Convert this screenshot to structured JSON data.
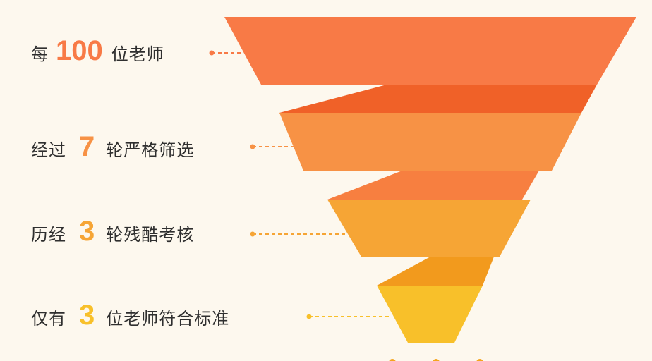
{
  "funnel": {
    "rows": [
      {
        "prefix": "每",
        "number": "100",
        "suffix": "位老师",
        "color": "#f87a46"
      },
      {
        "prefix": "经过",
        "number": "7",
        "suffix": "轮严格筛选",
        "color": "#f79245"
      },
      {
        "prefix": "历经",
        "number": "3",
        "suffix": "轮残酷考核",
        "color": "#f6a535"
      },
      {
        "prefix": "仅有",
        "number": "3",
        "suffix": "位老师符合标准",
        "color": "#f8c02a"
      }
    ],
    "connector_colors": [
      "#f06128",
      "#f77f40",
      "#f29a1d"
    ],
    "background": "#fdf8ee",
    "text_color": "#2f2f2f"
  }
}
